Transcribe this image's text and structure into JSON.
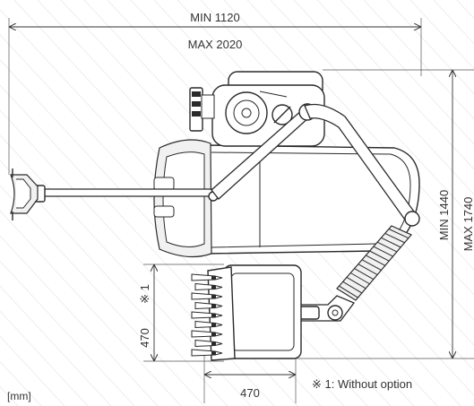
{
  "dimensions": {
    "width_min": "MIN 1120",
    "width_max": "MAX 2020",
    "height_min": "MIN 1440",
    "height_max": "MAX 1740",
    "tray_height": "470",
    "tray_width": "470",
    "option_mark": "※ 1"
  },
  "notes": {
    "unit": "[mm]",
    "footnote": "※ 1: Without option"
  }
}
